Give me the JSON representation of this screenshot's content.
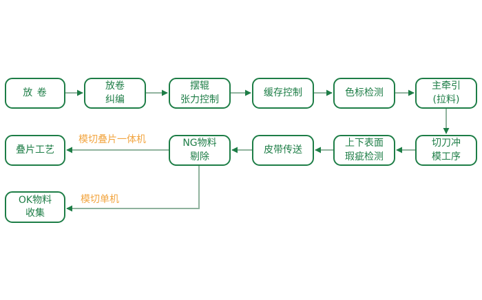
{
  "diagram": {
    "nodes": [
      {
        "id": "unwinding",
        "label": "放 卷"
      },
      {
        "id": "unwind-correction",
        "label": "放卷\n纠编"
      },
      {
        "id": "dancer-tension-control",
        "label": "摆辊\n张力控制"
      },
      {
        "id": "buffer-control",
        "label": "缓存控制"
      },
      {
        "id": "color-mark-detection",
        "label": "色标检测"
      },
      {
        "id": "main-traction",
        "label": "主牵引\n(拉料)"
      },
      {
        "id": "cutter-die-process",
        "label": "切刀冲\n模工序"
      },
      {
        "id": "surface-defect-detection",
        "label": "上下表面\n瑕疵检测"
      },
      {
        "id": "belt-transfer",
        "label": "皮带传送"
      },
      {
        "id": "ng-material-reject",
        "label": "NG物料\n剔除"
      },
      {
        "id": "lamination-process",
        "label": "叠片工艺"
      },
      {
        "id": "ok-material-collection",
        "label": "OK物料\n收集"
      }
    ],
    "edge_labels": [
      {
        "id": "die-cut-lamination-integrated-machine",
        "label": "模切叠片一体机"
      },
      {
        "id": "die-cut-single-machine",
        "label": "模切单机"
      }
    ],
    "colors": {
      "node_border": "#1d7d46",
      "node_text": "#1d7d46",
      "connector_line": "#8fb29d",
      "arrowhead": "#1d7d46",
      "edge_label_text": "#f2a540",
      "background": "#ffffff"
    }
  }
}
